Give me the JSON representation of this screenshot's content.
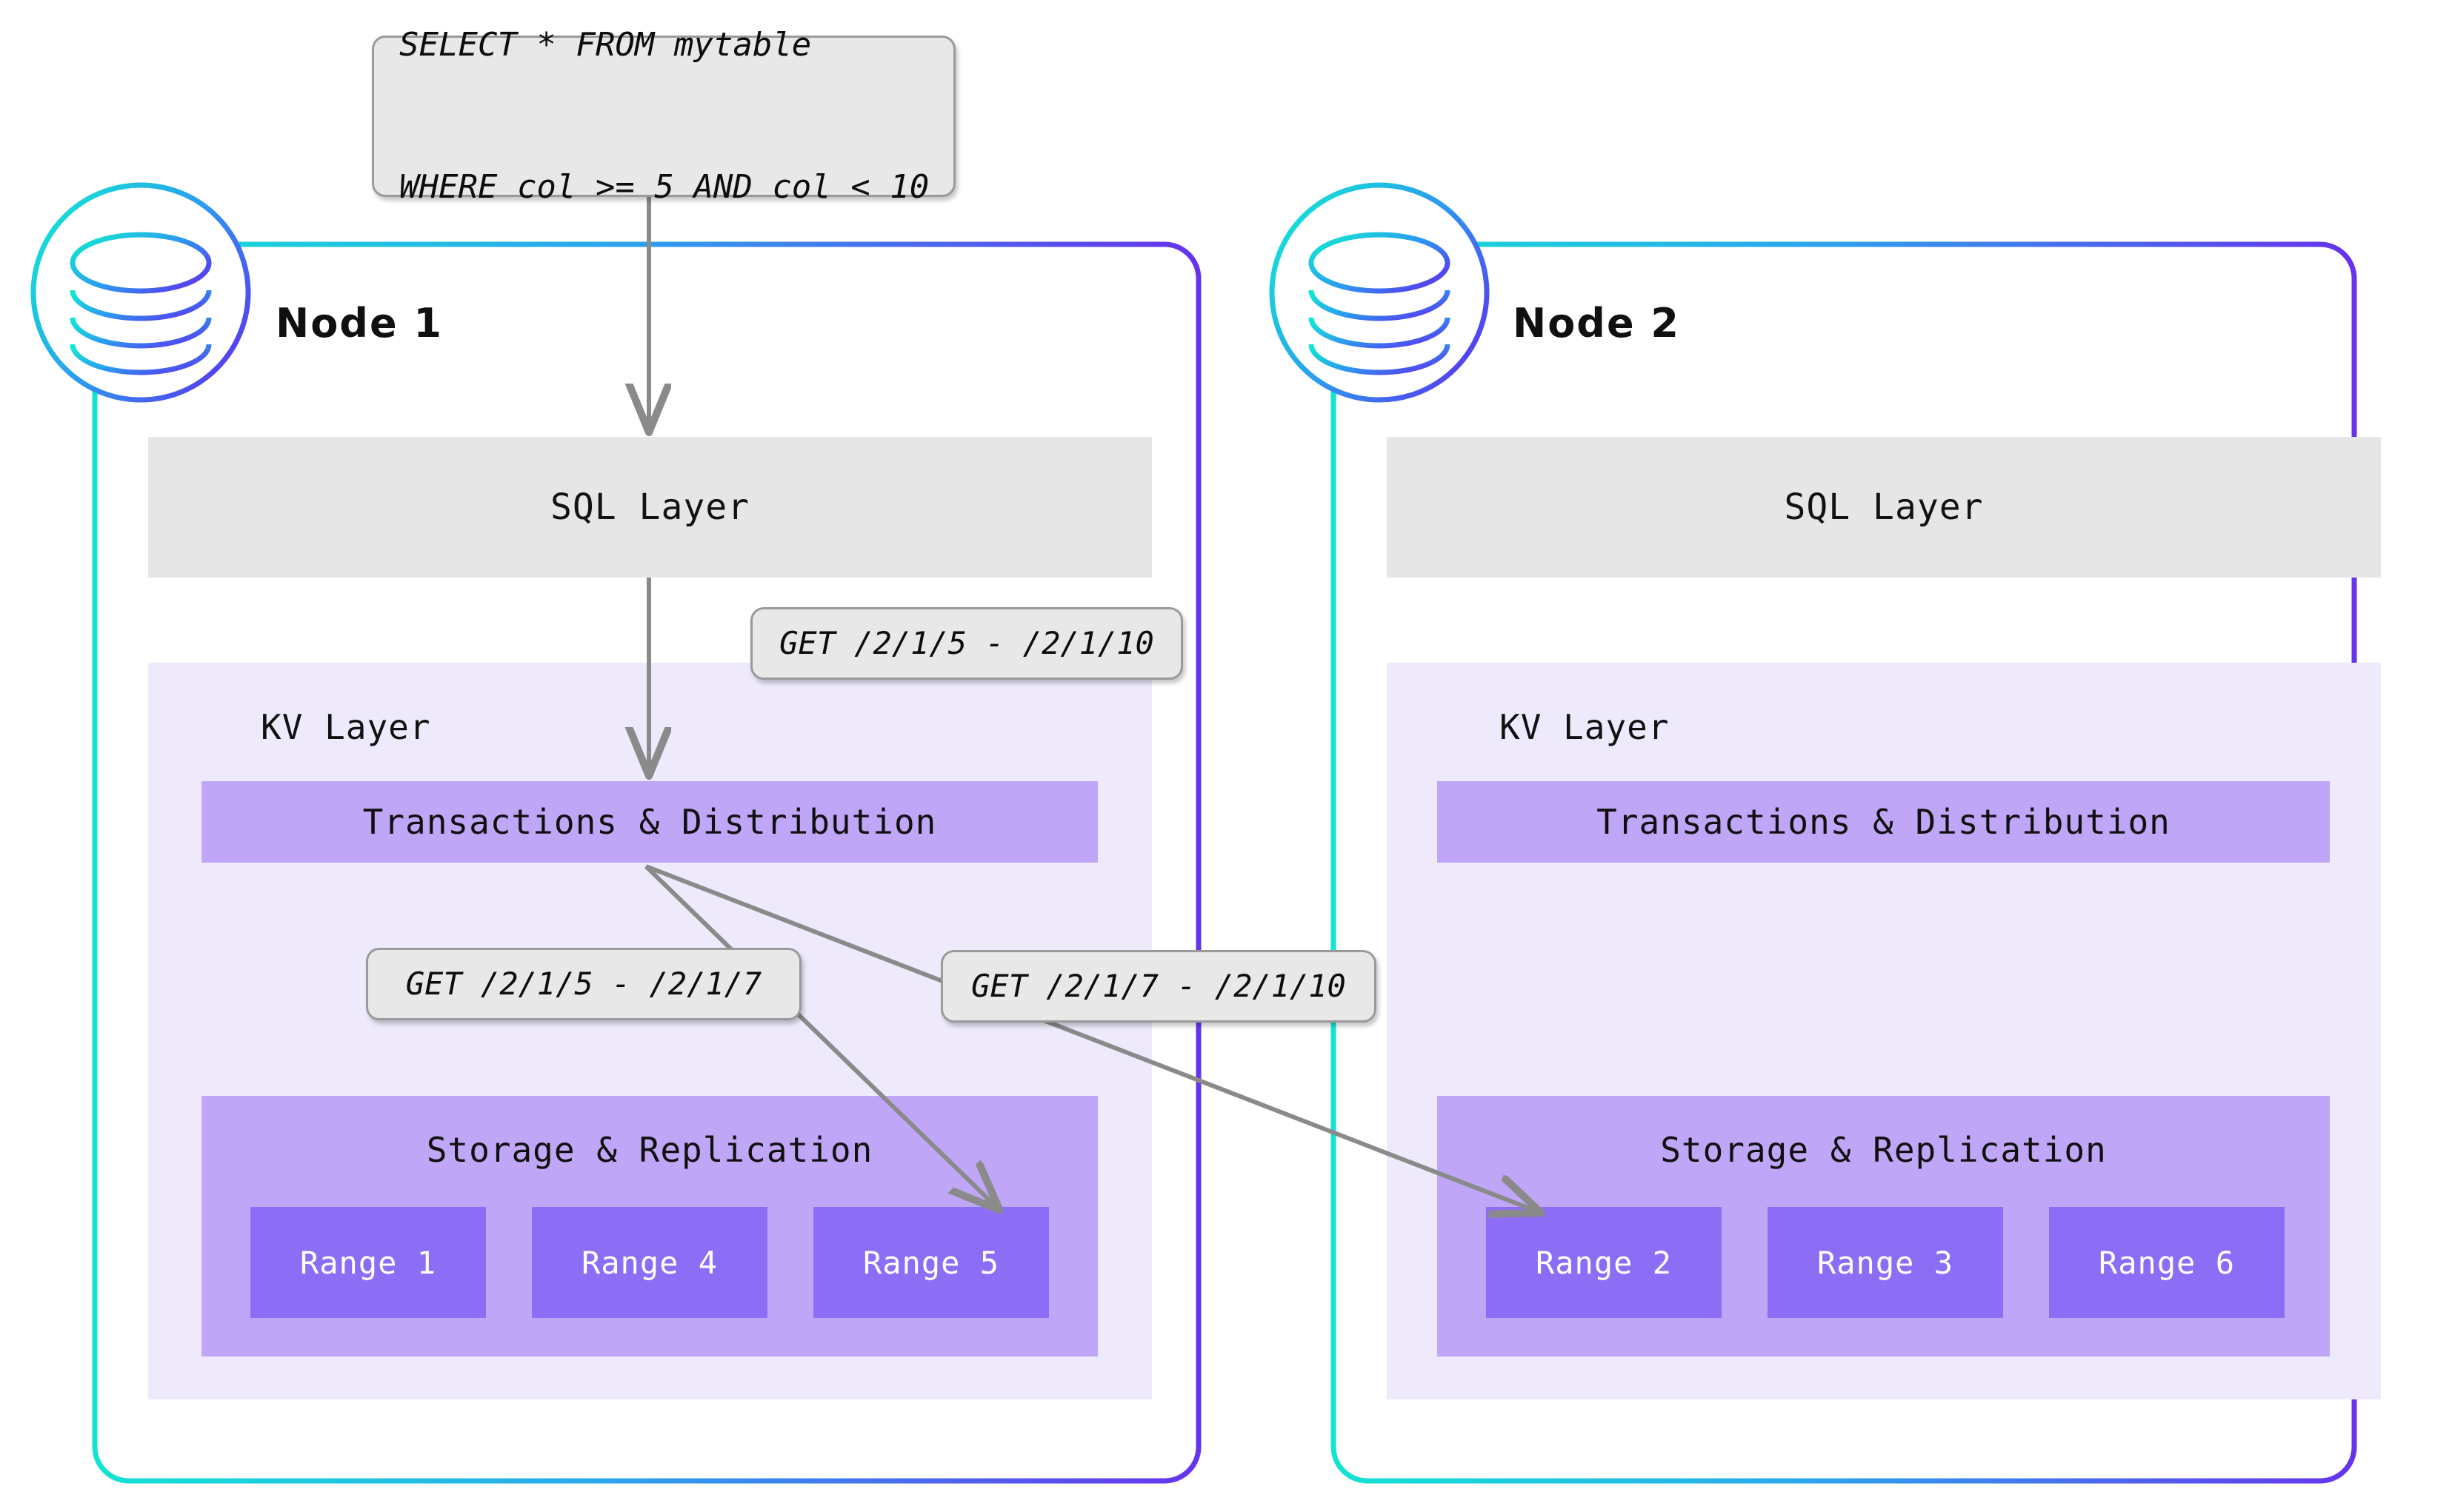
{
  "diagram": {
    "title": "CockroachDB distributed query execution across two nodes",
    "query_box": {
      "line1": "SELECT * FROM mytable",
      "line2": "WHERE col >= 5 AND col < 10"
    },
    "callouts": [
      {
        "id": "sql-to-kv",
        "text": "GET /2/1/5 - /2/1/10"
      },
      {
        "id": "kv-local",
        "text": "GET /2/1/5 - /2/1/7"
      },
      {
        "id": "kv-remote",
        "text": "GET /2/1/7 - /2/1/10"
      }
    ],
    "nodes": [
      {
        "id": "node-1",
        "title": "Node 1",
        "icon": "database-cylinder-icon",
        "sql_layer_label": "SQL Layer",
        "kv_layer_label": "KV Layer",
        "transactions_label": "Transactions & Distribution",
        "storage_label": "Storage & Replication",
        "ranges": [
          "Range 1",
          "Range 4",
          "Range 5"
        ]
      },
      {
        "id": "node-2",
        "title": "Node 2",
        "icon": "database-cylinder-icon",
        "sql_layer_label": "SQL Layer",
        "kv_layer_label": "KV Layer",
        "transactions_label": "Transactions & Distribution",
        "storage_label": "Storage & Replication",
        "ranges": [
          "Range 2",
          "Range 3",
          "Range 6"
        ]
      }
    ],
    "colors": {
      "node_border_start": "#14e3d2",
      "node_border_end": "#6633ee",
      "sql_layer_bg": "#e6e6e6",
      "kv_layer_bg": "#eeeafc",
      "transactions_bg": "#bfa6f7",
      "storage_bg": "#bfa6f7",
      "range_bg": "#8b6ef5",
      "callout_bg": "#e8e8e8",
      "callout_border": "#9a9a9a",
      "arrow": "#8a8a8a",
      "page_bg": "#ffffff"
    }
  }
}
